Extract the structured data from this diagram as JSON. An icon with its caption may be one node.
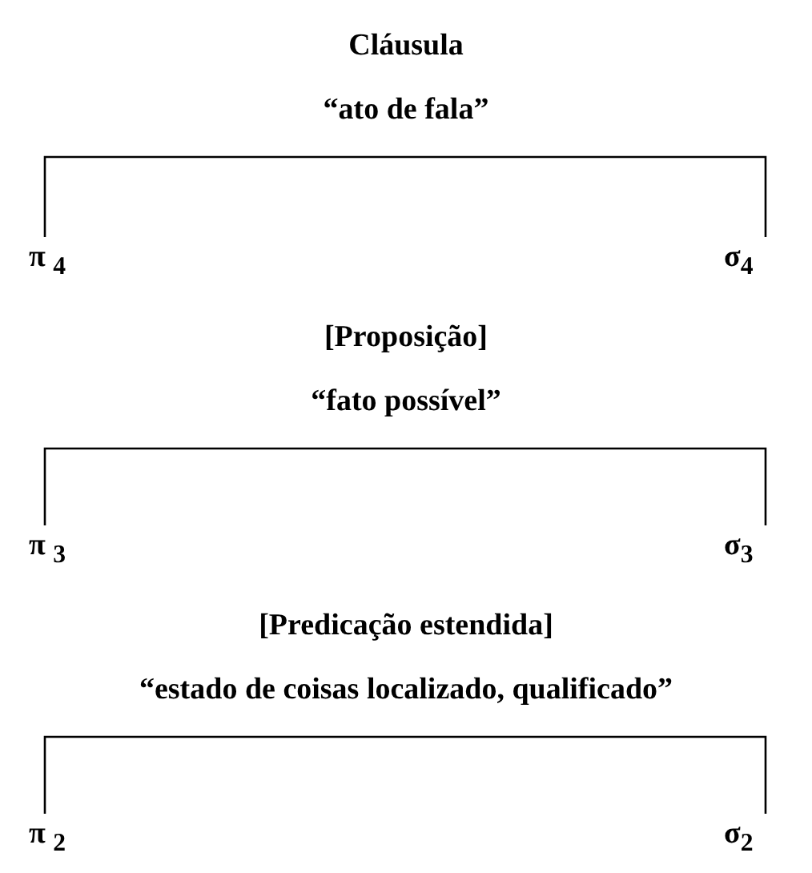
{
  "diagram": {
    "nodes": [
      {
        "text": [
          "π $_{4}$"
        ]
      },
      {
        "text": [
          "σ$_{4}$"
        ]
      },
      {
        "text": [
          "π $_{3}$"
        ]
      },
      {
        "text": [
          "σ$_{3}$"
        ]
      },
      {
        "text": [
          "π $_{2}$"
        ]
      },
      {
        "text": [
          "σ$_{2}$"
        ]
      }
    ],
    "edges": [
      {
        "from": 0,
        "to": 1,
        "arrow": "none"
      },
      {
        "from": 2,
        "to": 3,
        "arrow": "none"
      },
      {
        "from": 4,
        "to": 5,
        "arrow": "none"
      }
    ],
    "labels": [
      "Cláusula",
      "“ato de fala”",
      "[Proposição]",
      "“fato possível”",
      "[Predicação estendida]",
      "“estado de coisas localizado, qualificado”"
    ]
  }
}
